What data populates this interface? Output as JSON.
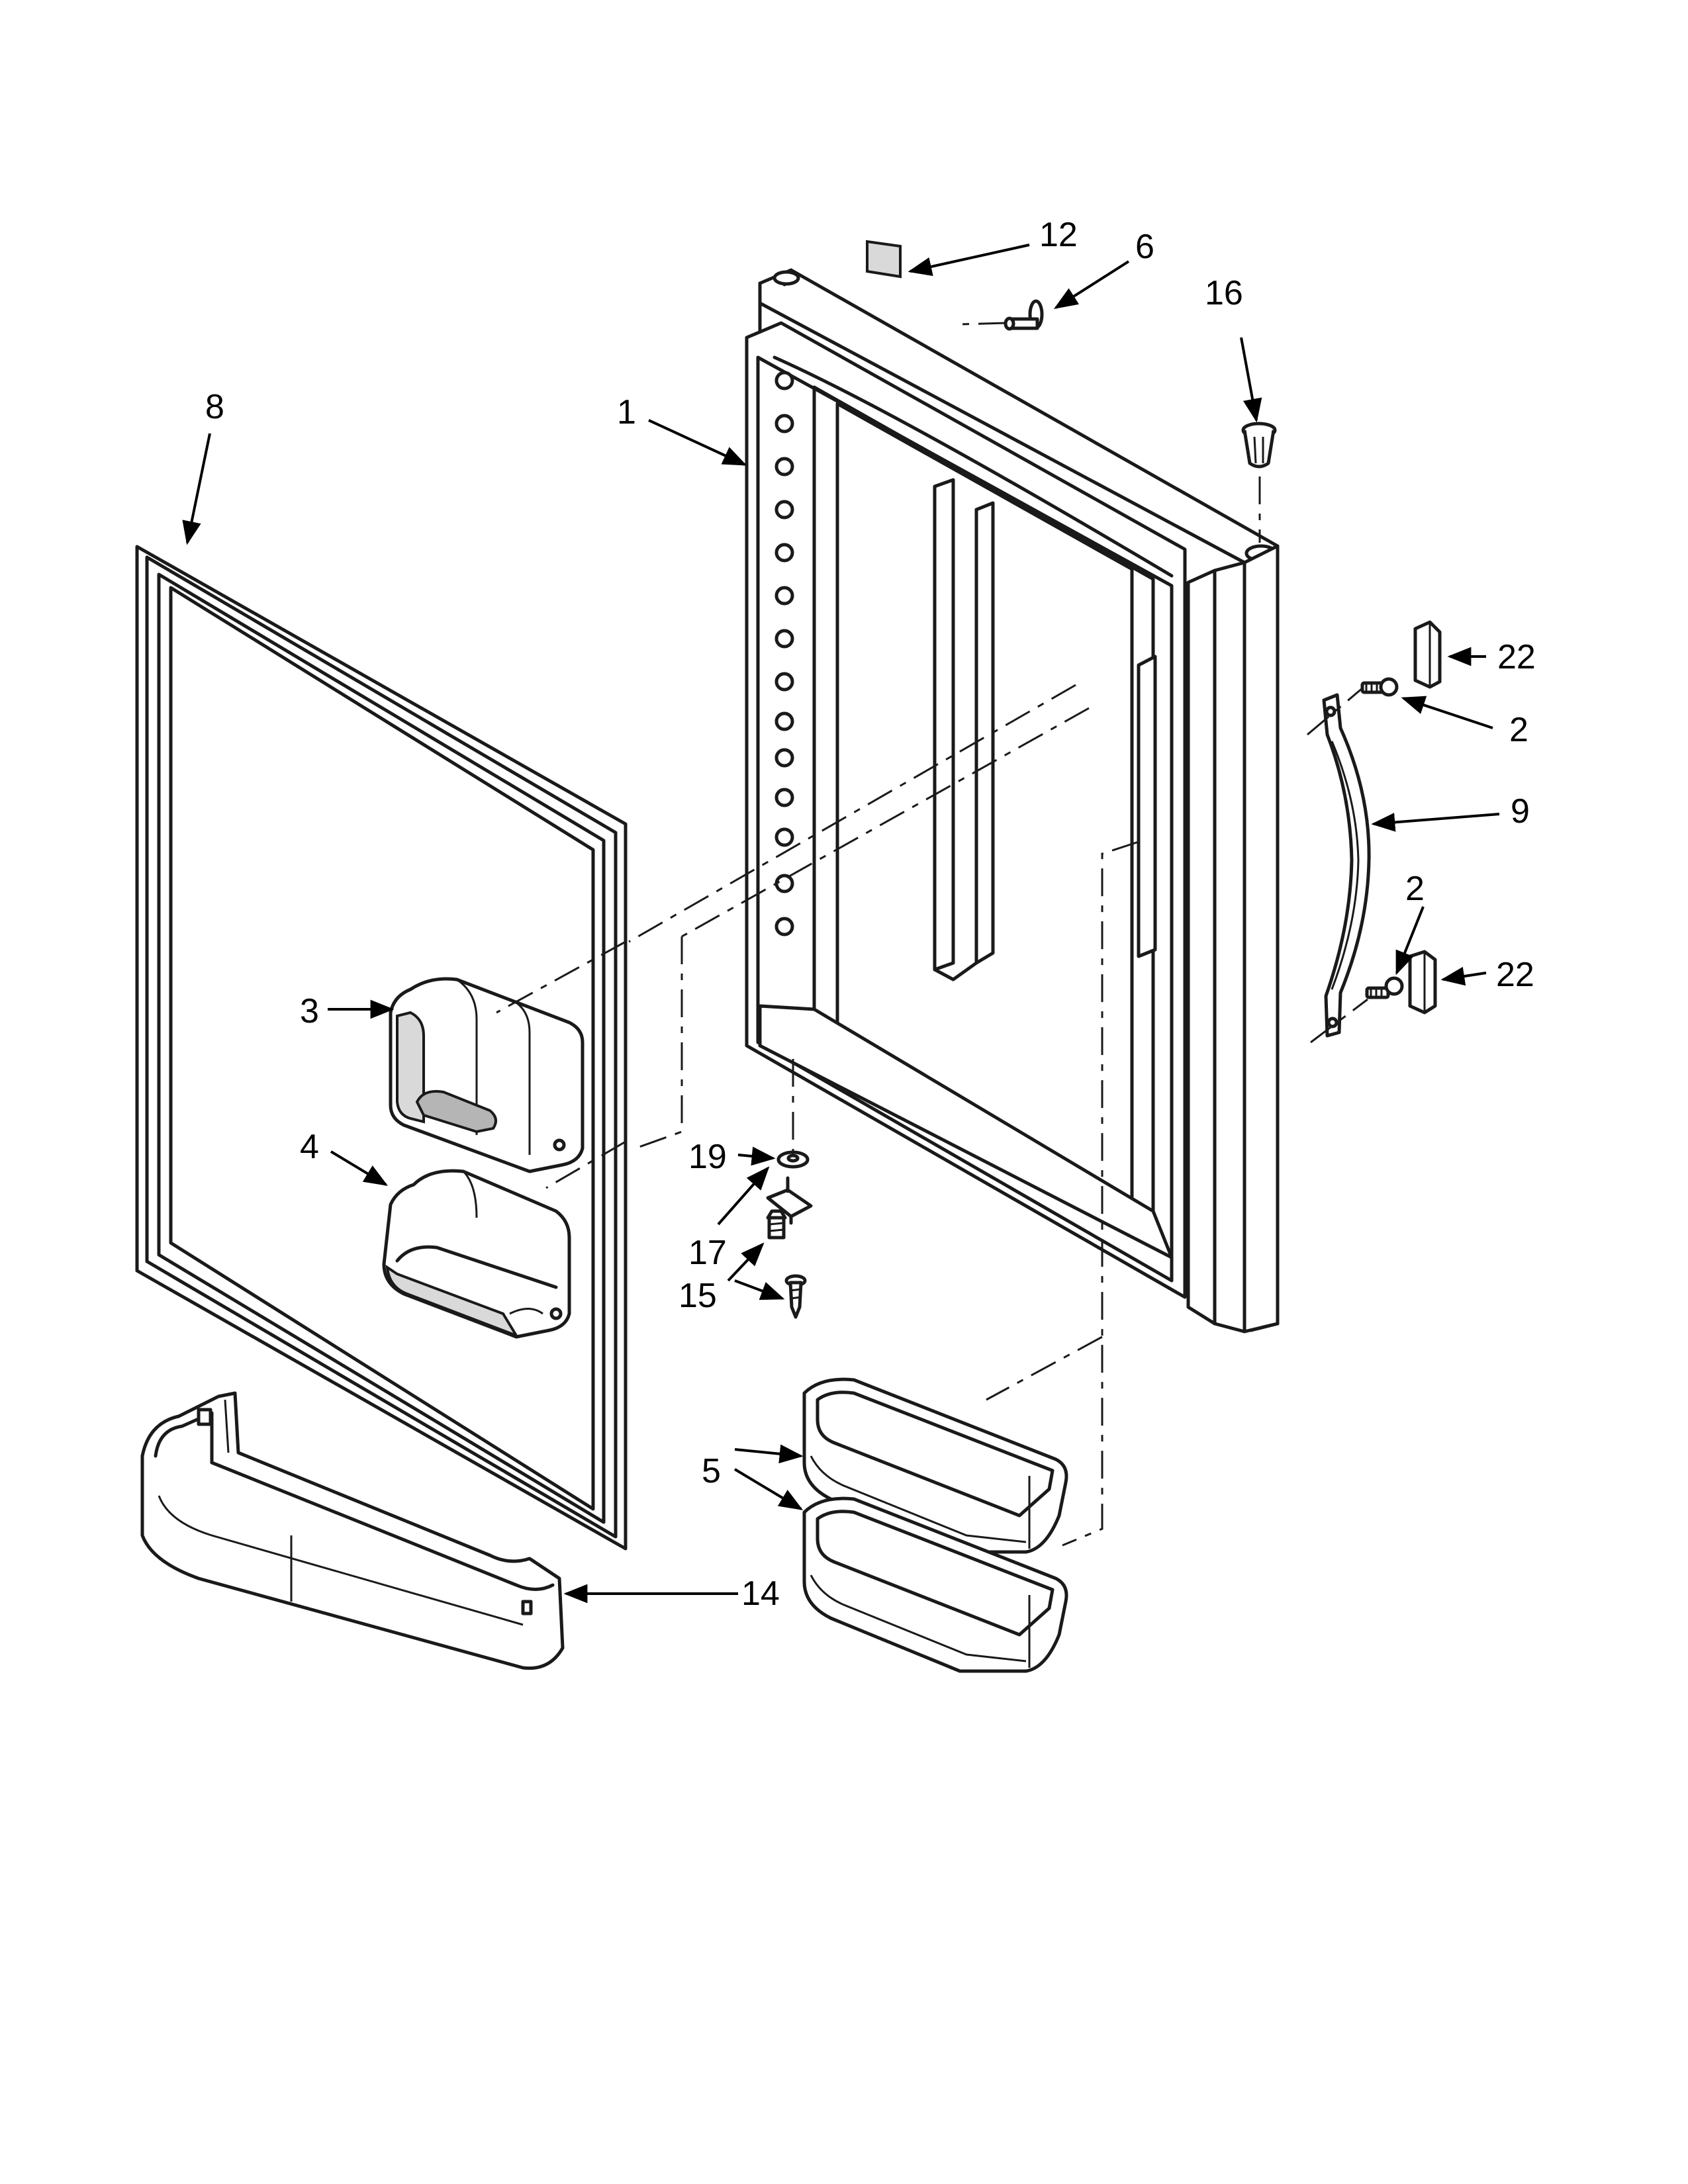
{
  "diagram": {
    "type": "exploded parts view",
    "callouts": [
      {
        "id": "c12",
        "label": "12",
        "part": "label"
      },
      {
        "id": "c6",
        "label": "6",
        "part": "door stop screw"
      },
      {
        "id": "c16",
        "label": "16",
        "part": "hinge bushing"
      },
      {
        "id": "c8",
        "label": "8",
        "part": "door gasket"
      },
      {
        "id": "c1",
        "label": "1",
        "part": "door assembly"
      },
      {
        "id": "c22a",
        "label": "22",
        "part": "handle cap (upper)"
      },
      {
        "id": "c2a",
        "label": "2",
        "part": "handle screw (upper)"
      },
      {
        "id": "c9",
        "label": "9",
        "part": "door handle"
      },
      {
        "id": "c2b",
        "label": "2",
        "part": "handle screw (lower)"
      },
      {
        "id": "c22b",
        "label": "22",
        "part": "handle cap (lower)"
      },
      {
        "id": "c3",
        "label": "3",
        "part": "dairy door"
      },
      {
        "id": "c4",
        "label": "4",
        "part": "dairy bin"
      },
      {
        "id": "c19",
        "label": "19",
        "part": "washer"
      },
      {
        "id": "c17",
        "label": "17",
        "part": "hinge pin bracket"
      },
      {
        "id": "c15",
        "label": "15",
        "part": "screws"
      },
      {
        "id": "c5",
        "label": "5",
        "part": "door bins"
      },
      {
        "id": "c14",
        "label": "14",
        "part": "bottom door shelf"
      }
    ]
  }
}
